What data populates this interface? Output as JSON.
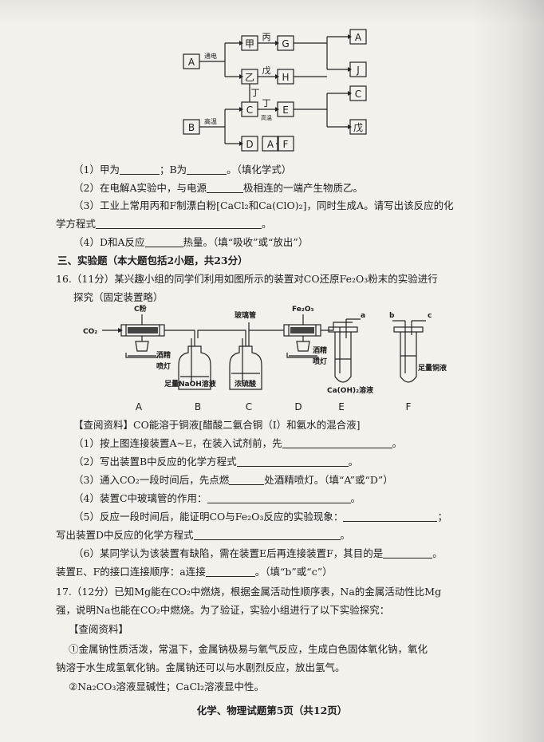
{
  "diagram1": {
    "box_A": "A",
    "box_B": "B",
    "box_jia": "甲",
    "box_yi": "乙",
    "box_C": "C",
    "box_D": "D",
    "box_G": "G",
    "box_H": "H",
    "box_E": "E",
    "box_A2": "A",
    "box_F": "F",
    "out_A": "A",
    "out_J": "J",
    "out_C": "C",
    "out_wu": "戊",
    "label_electrolysis": "通电",
    "label_high_temp": "高温",
    "label_bing": "丙",
    "label_wu": "戊",
    "label_ding": "丁",
    "label_ding2": "丁",
    "label_high_temp2": "高温"
  },
  "q15": {
    "p1a": "（1）甲为",
    "p1b": "；B为",
    "p1c": "。（填化学式）",
    "p2a": "（2）在电解A实验中，与电源",
    "p2b": "极相连的一端产生物质乙。",
    "p3a": "（3）工业上常用丙和F制漂白粉[CaCl₂和Ca(ClO)₂]，同时生成A。请写出该反应的化",
    "p3b": "学方程式",
    "p3c": "。",
    "p4a": "（4）D和A反应",
    "p4b": "热量。（填“吸收”或“放出”）"
  },
  "section3": "三、实验题（本大题包括2小题，共23分）",
  "q16": {
    "intro1": "16.（11分）某兴趣小组的同学们利用如图所示的装置对CO还原Fe₂O₃粉末的实验进行",
    "intro2": "探究（固定装置略）",
    "lab_co2": "CO₂",
    "lab_cpowder": "C粉",
    "lab_glass": "玻璃管",
    "lab_fe2o3": "Fe₂O₃",
    "lab_lamp1a": "酒精",
    "lab_lamp1b": "喷灯",
    "lab_lamp2a": "酒精",
    "lab_lamp2b": "喷灯",
    "lab_naoh": "足量NaOH溶液",
    "lab_h2so4": "浓硫酸",
    "lab_caoh": "Ca(OH)₂溶液",
    "lab_copper": "足量铜液",
    "lab_a": "a",
    "lab_b": "b",
    "lab_c": "c",
    "dev_A": "A",
    "dev_B": "B",
    "dev_C": "C",
    "dev_D": "D",
    "dev_E": "E",
    "dev_F": "F",
    "info": "【查阅资料】CO能溶于铜液[醋酸二氨合铜（Ⅰ）和氨水的混合液]",
    "p1a": "（1）按上图连接装置A~E，在装入试剂前，先",
    "p1b": "。",
    "p2a": "（2）写出装置B中反应的化学方程式",
    "p2b": "。",
    "p3a": "（3）通入CO₂一段时间后，先点燃",
    "p3b": "处酒精喷灯。（填“A”或“D”）",
    "p4a": "（4）装置C中玻璃管的作用：",
    "p4b": "。",
    "p5a": "（5）反应一段时间后，能证明CO与Fe₂O₃反应的实验现象：",
    "p5b": "；",
    "p5c": "写出装置D中反应的化学方程式",
    "p5d": "。",
    "p6a": "（6）某同学认为该装置有缺陷，需在装置E后再连接装置F，其目的是",
    "p6b": "。",
    "p6c": "装置E、F的接口连接顺序：a连接",
    "p6d": "。（填“b”或“c”）"
  },
  "q17": {
    "intro1": "17.（12分）已知Mg能在CO₂中燃烧，根据金属活动性顺序表，Na的金属活动性比Mg",
    "intro2": "强，说明Na也能在CO₂中燃烧。为了验证，实验小组进行了以下实验探究：",
    "info": "【查阅资料】",
    "i1a": "①金属钠性质活泼，常温下，金属钠极易与氧气反应，生成白色固体氧化钠，氧化",
    "i1b": "钠溶于水生成氢氧化钠。金属钠还可以与水剧烈反应，放出氢气。",
    "i2": "②Na₂CO₃溶液显碱性；CaCl₂溶液显中性。"
  },
  "footer": "化学、物理试题第5页（共12页）"
}
